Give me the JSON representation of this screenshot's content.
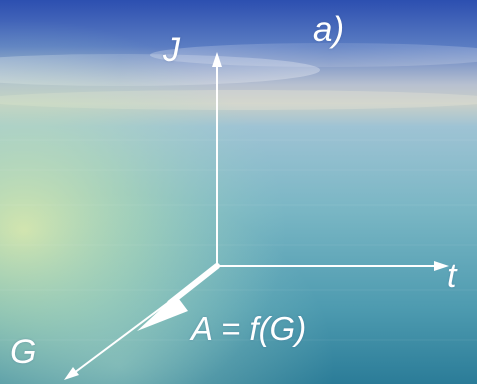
{
  "diagram": {
    "panel_label": "a)",
    "axes": {
      "vertical": "J",
      "horizontal": "t",
      "oblique": "G"
    },
    "vector_label": "A = f(G)"
  },
  "colors": {
    "axis_color": "#ffffff",
    "label_color": "#ffffff",
    "sky_top": "#2f53b5",
    "sea_mid": "#7fb7c7",
    "sea_bottom": "#2f7d98"
  }
}
